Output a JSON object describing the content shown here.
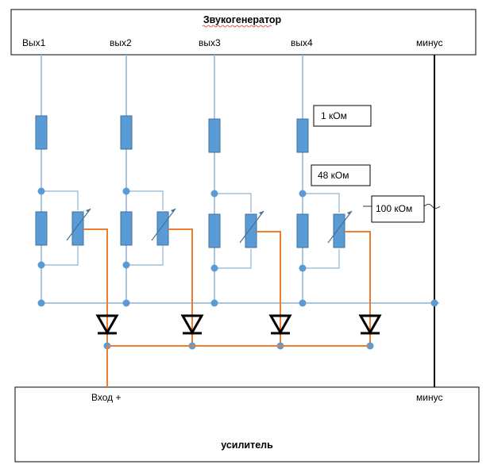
{
  "generator": {
    "title": "Звукогенератор",
    "outputs": [
      "Вых1",
      "вых2",
      "вых3",
      "вых4"
    ],
    "minus_label": "минус"
  },
  "amplifier": {
    "title": "усилитель",
    "input_label": "Вход +",
    "minus_label": "минус"
  },
  "callouts": {
    "r1": "1 кОм",
    "r2": "48 кОм",
    "pot": "100 кОм"
  },
  "colors": {
    "wire": "#8eb4d4",
    "component": "#5b9bd5",
    "component_border": "#41719c",
    "node": "#5b9bd5",
    "signal_wire": "#ed7d31",
    "ground_wire": "#000000",
    "diode": "#000000"
  }
}
